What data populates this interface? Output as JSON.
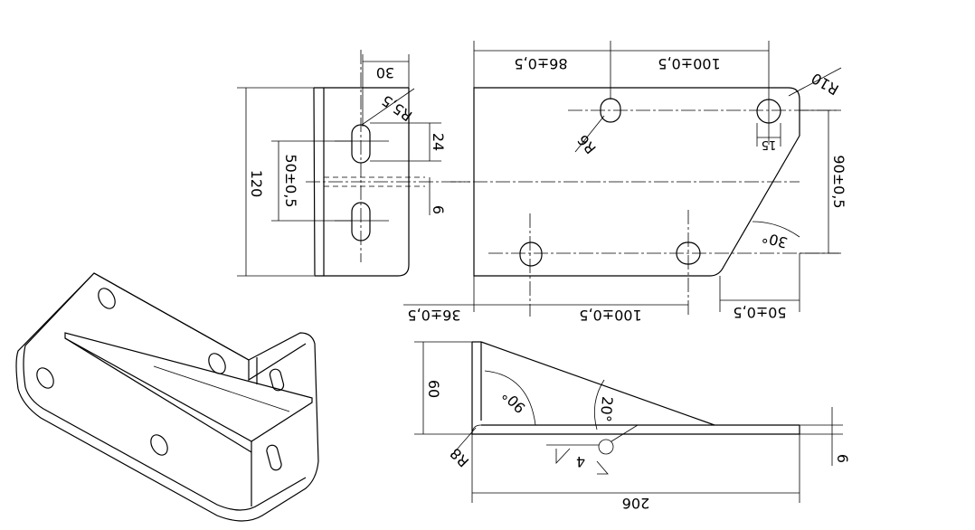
{
  "drawing": {
    "side_view": {
      "width_dim": "120",
      "top_dim": "30",
      "slot_spacing_dim": "50±0,5",
      "slot_length_dim": "24",
      "thickness_dim": "6",
      "radius_label": "R5,5"
    },
    "top_view": {
      "top_left_dim": "86±0,5",
      "top_right_dim": "100±0,5",
      "corner_radius": "R10",
      "hole_radius": "R6",
      "slot_width_dim": "15",
      "height_dim": "90±0,5",
      "angle_label": "30°",
      "bottom_left_dim": "36±0,5",
      "bottom_mid_dim": "100±0,5",
      "bottom_right_dim": "50±0,5"
    },
    "front_view": {
      "height_dim": "60",
      "angle_right": "90°",
      "angle_slope": "20°",
      "bend_radius": "R8",
      "thickness_dim": "6",
      "length_dim": "206",
      "weld_label": "4"
    },
    "colors": {
      "line": "#000000",
      "background": "#ffffff"
    }
  }
}
